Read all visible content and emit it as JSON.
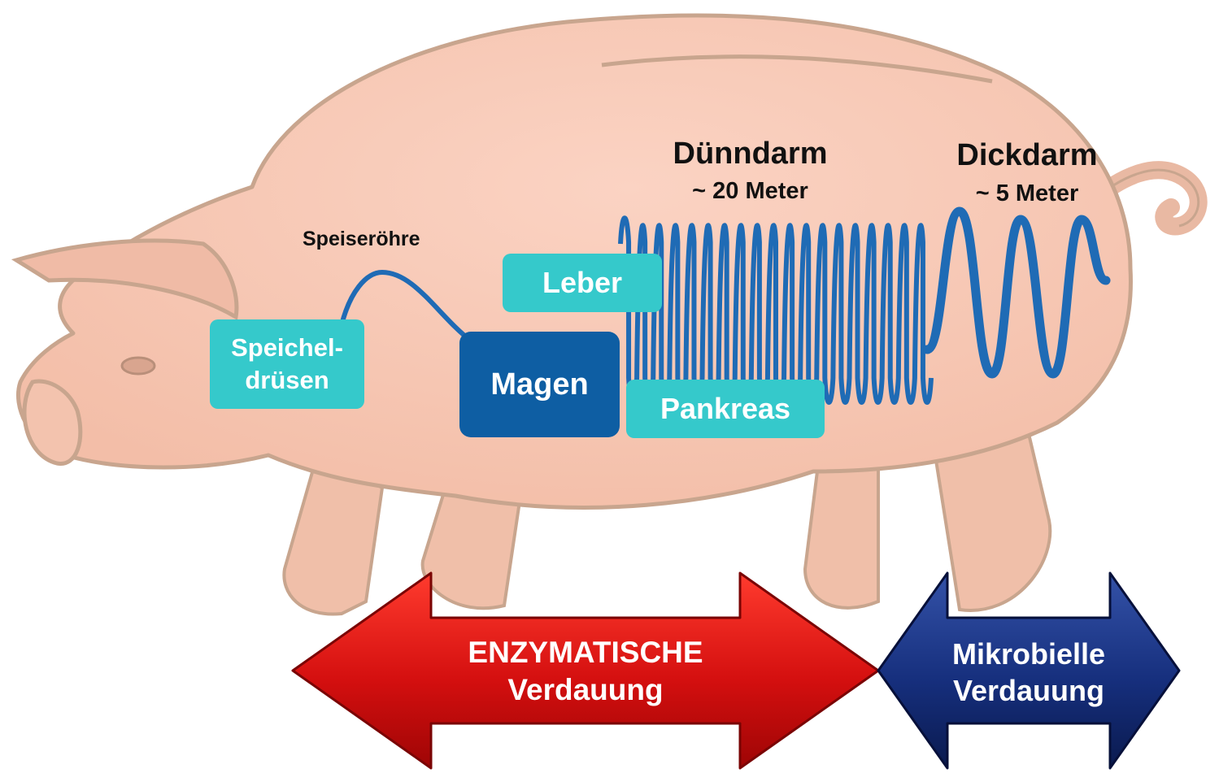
{
  "organs": {
    "speicheldruesen": [
      "Speichel-",
      "drüsen"
    ],
    "speiseroehre": "Speiseröhre",
    "leber": "Leber",
    "magen": "Magen",
    "pankreas": "Pankreas",
    "duenndarm": {
      "name": "Dünndarm",
      "length": "~ 20 Meter"
    },
    "dickdarm": {
      "name": "Dickdarm",
      "length": "~ 5 Meter"
    }
  },
  "arrows": {
    "enzymatic": {
      "line1": "ENZYMATISCHE",
      "line2": "Verdauung"
    },
    "microbial": {
      "line1": "Mikrobielle",
      "line2": "Verdauung"
    }
  },
  "colors": {
    "pig_fill": "#f7c6b2",
    "pig_outline": "#c8a58e",
    "teal_box": "#35c9cb",
    "magen_box": "#0e5ea3",
    "intestine": "#1f6bb5",
    "red_arrow": "#d41010",
    "navy_arrow": "#152e7a"
  }
}
